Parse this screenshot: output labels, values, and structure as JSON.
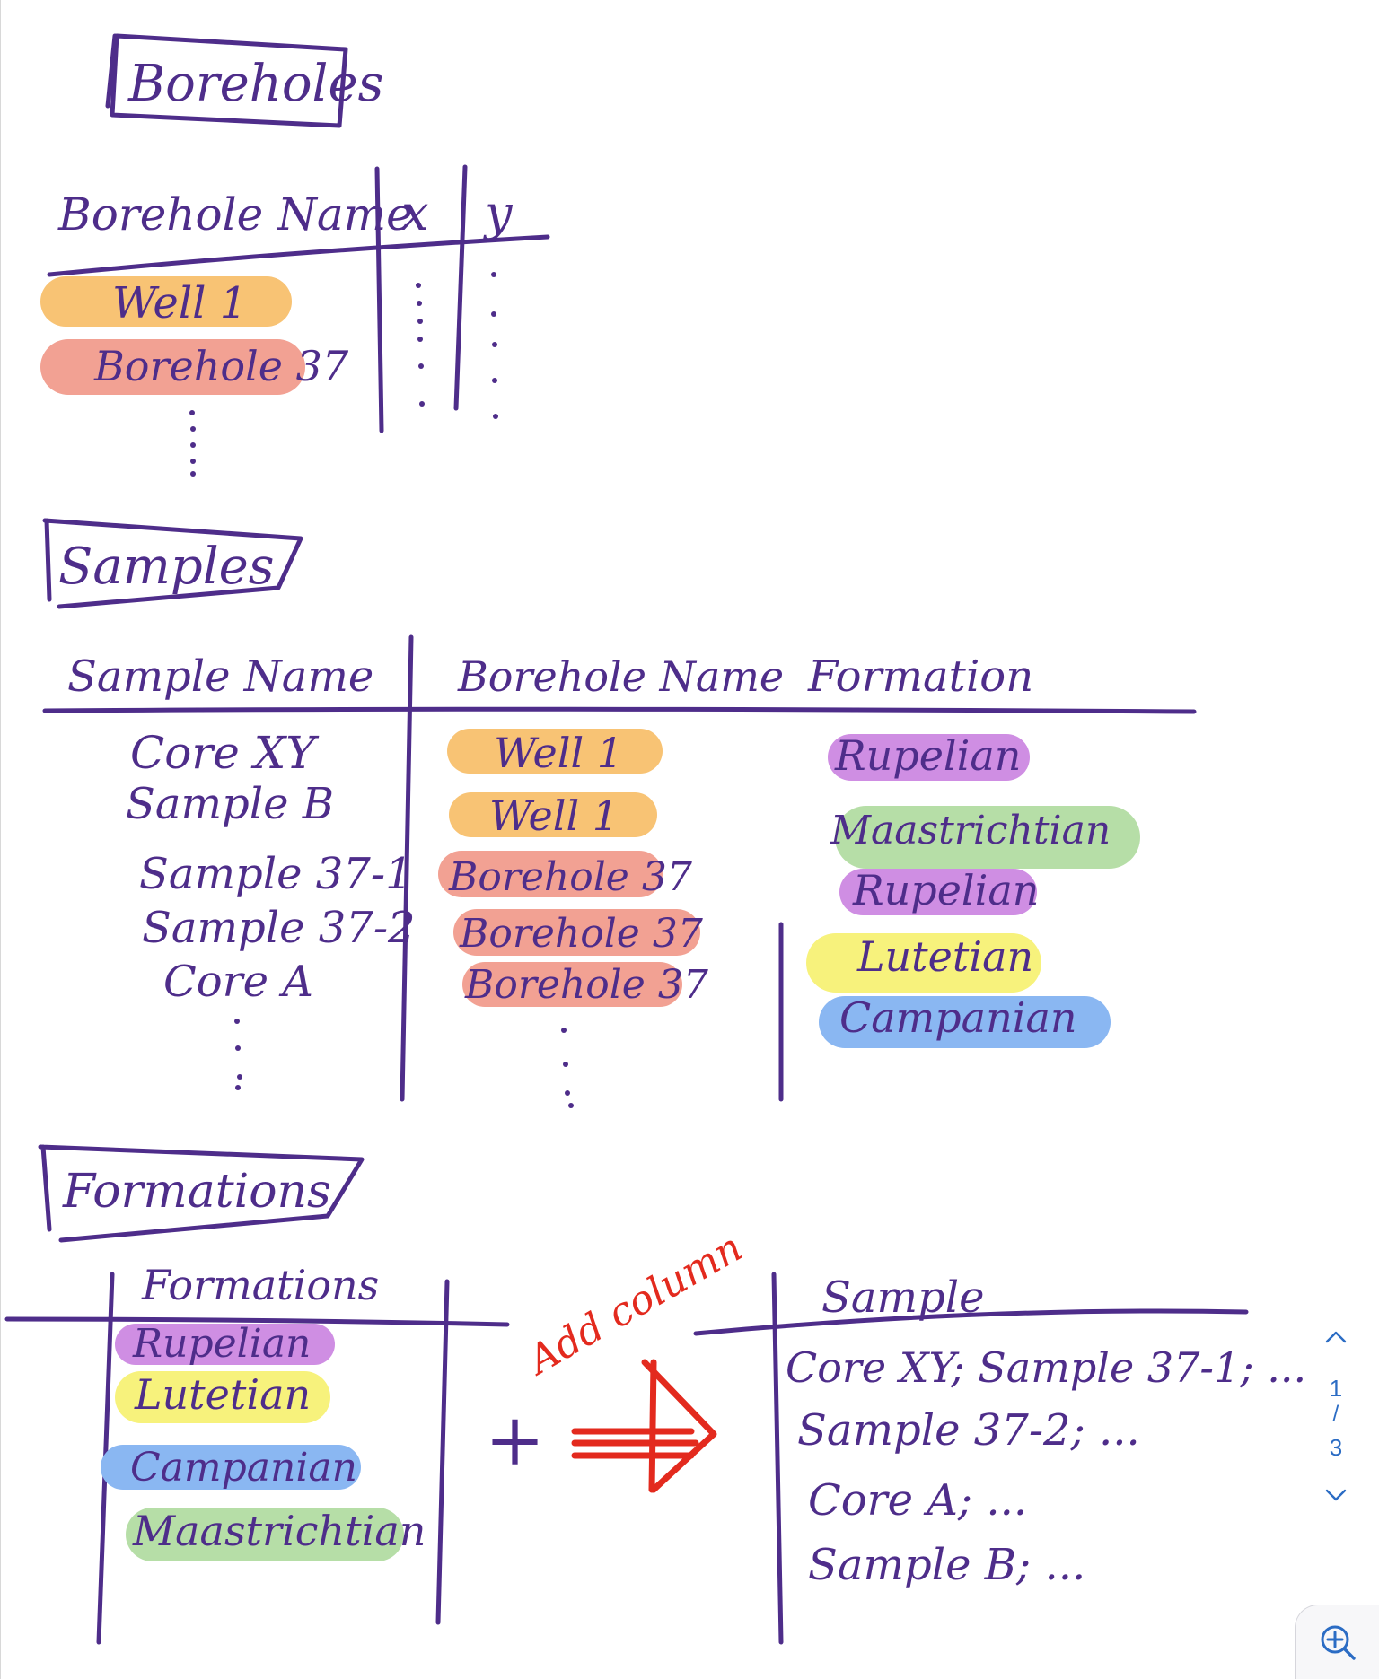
{
  "colors": {
    "ink": "#4e2d8a",
    "red": "#e32a1e",
    "orange": "#f8c374",
    "salmon": "#f2a193",
    "purple": "#cf8ee3",
    "green": "#b6dea7",
    "yellow": "#f7f27c",
    "blue": "#8ab7f2",
    "ui_blue": "#2b6cc4"
  },
  "boreholes": {
    "title": "Boreholes",
    "headers": [
      "Borehole Name",
      "x",
      "y"
    ],
    "rows": [
      "Well 1",
      "Borehole 37"
    ]
  },
  "samples": {
    "title": "Samples",
    "headers": [
      "Sample Name",
      "Borehole Name",
      "Formation"
    ],
    "rows": [
      {
        "sample": "Core XY",
        "borehole": "Well 1",
        "formation": "Rupelian"
      },
      {
        "sample": "Sample B",
        "borehole": "Well 1",
        "formation": "Maastrichtian"
      },
      {
        "sample": "Sample 37-1",
        "borehole": "Borehole 37",
        "formation": "Rupelian"
      },
      {
        "sample": "Sample 37-2",
        "borehole": "Borehole 37",
        "formation": "Lutetian"
      },
      {
        "sample": "Core A",
        "borehole": "Borehole 37",
        "formation": "Campanian"
      }
    ]
  },
  "formations": {
    "title": "Formations",
    "header": "Formations",
    "rows": [
      "Rupelian",
      "Lutetian",
      "Campanian",
      "Maastrichtian"
    ],
    "plus": "+",
    "annotation": "Add column",
    "sample_header": "Sample",
    "sample_rows": [
      "Core XY; Sample 37-1; ...",
      "Sample 37-2; ...",
      "Core A; ...",
      "Sample B; ..."
    ]
  },
  "pager": {
    "current": "1",
    "separator": "/",
    "total": "3"
  },
  "icons": {
    "prev": "chevron-up-icon",
    "next": "chevron-down-icon",
    "zoom": "zoom-in-icon"
  }
}
